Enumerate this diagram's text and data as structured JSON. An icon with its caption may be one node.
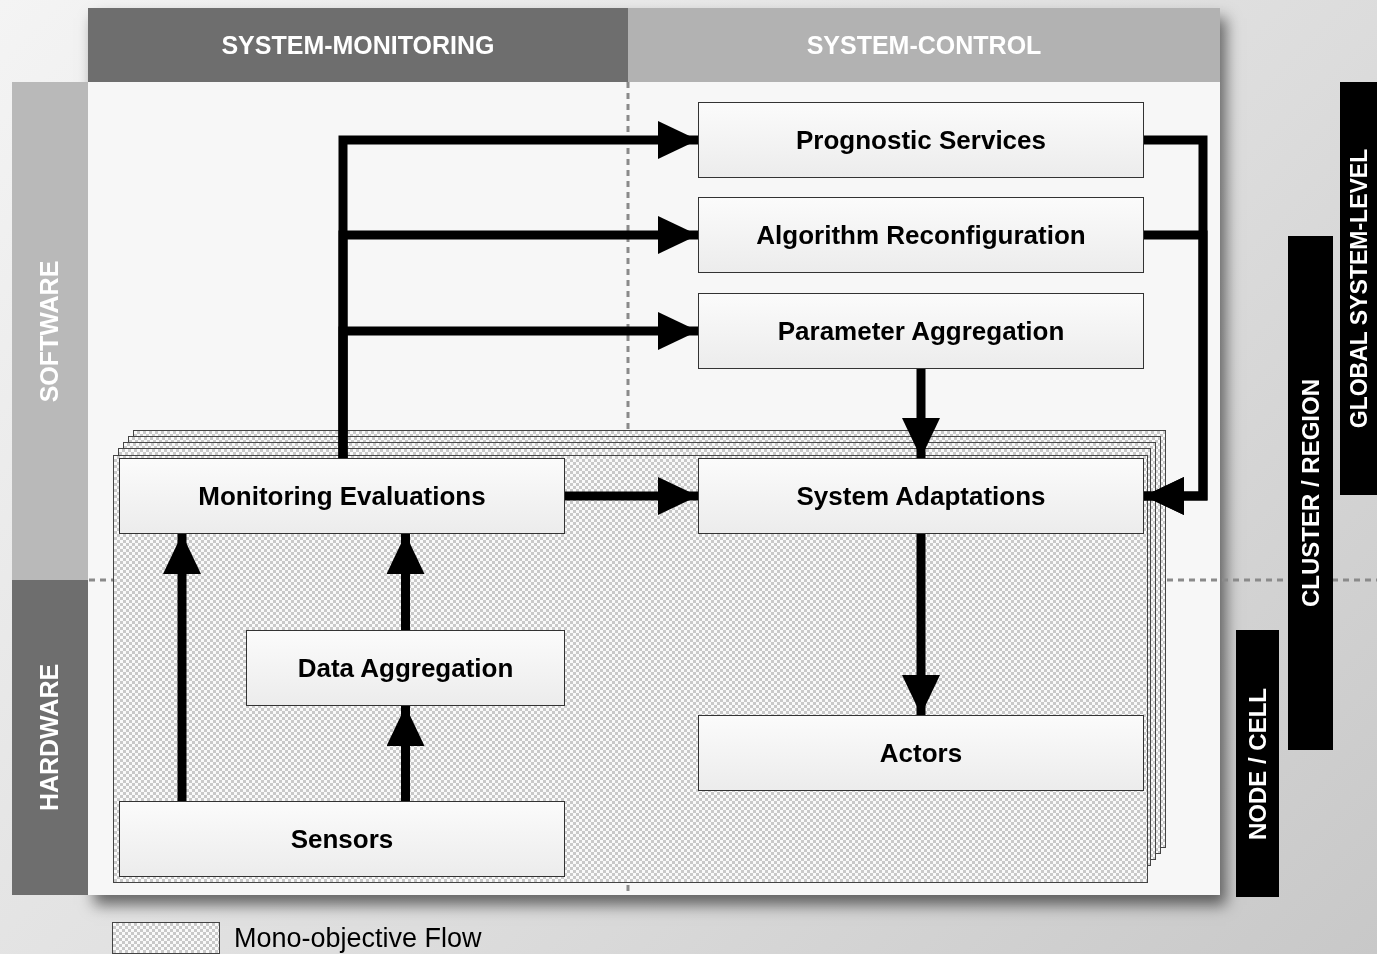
{
  "diagram": {
    "nodes": [
      {
        "text": [
          "SYSTEM-MONITORING"
        ]
      },
      {
        "text": [
          "SYSTEM-CONTROL"
        ]
      },
      {
        "text": [
          "SOFTWARE"
        ]
      },
      {
        "text": [
          "HARDWARE"
        ]
      },
      {
        "text": [
          "GLOBAL SYSTEM-LEVEL"
        ]
      },
      {
        "text": [
          "CLUSTER / REGION"
        ]
      },
      {
        "text": [
          "NODE / CELL"
        ]
      },
      {
        "text": [
          "Prognostic Services"
        ]
      },
      {
        "text": [
          "Algorithm Reconfiguration"
        ]
      },
      {
        "text": [
          "Parameter Aggregation"
        ]
      },
      {
        "text": [
          "Monitoring Evaluations"
        ]
      },
      {
        "text": [
          "System Adaptations"
        ]
      },
      {
        "text": [
          "Data Aggregation"
        ]
      },
      {
        "text": [
          "Sensors"
        ]
      },
      {
        "text": [
          "Actors"
        ]
      }
    ],
    "edges": [
      {
        "from": 10,
        "to": 7,
        "arrow": "to"
      },
      {
        "from": 10,
        "to": 8,
        "arrow": "to"
      },
      {
        "from": 10,
        "to": 9,
        "arrow": "to"
      },
      {
        "from": 10,
        "to": 11,
        "arrow": "to"
      },
      {
        "from": 7,
        "to": 11,
        "arrow": "to"
      },
      {
        "from": 8,
        "to": 11,
        "arrow": "to"
      },
      {
        "from": 9,
        "to": 11,
        "arrow": "to"
      },
      {
        "from": 11,
        "to": 14,
        "arrow": "to"
      },
      {
        "from": 13,
        "to": 10,
        "arrow": "to"
      },
      {
        "from": 13,
        "to": 12,
        "arrow": "to"
      },
      {
        "from": 12,
        "to": 10,
        "arrow": "to"
      }
    ],
    "legend": [
      {
        "text": "Mono-objective Flow"
      }
    ]
  }
}
